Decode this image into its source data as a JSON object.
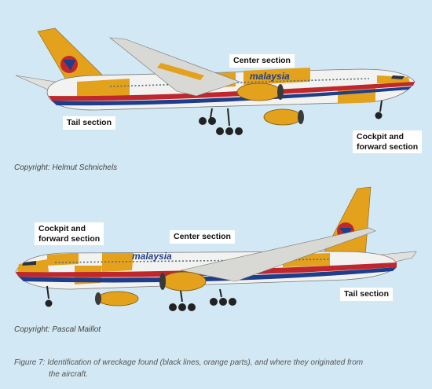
{
  "figure1": {
    "labels": {
      "center": "Center section",
      "tail": "Tail section",
      "cockpit": "Cockpit and\nforward section"
    },
    "fuselage_text": "malaysia",
    "copyright": "Copyright: Helmut Schnichels"
  },
  "figure2": {
    "labels": {
      "cockpit": "Cockpit and\nforward section",
      "center": "Center section",
      "tail": "Tail section"
    },
    "fuselage_text": "malaysia",
    "copyright": "Copyright: Pascal Maillot"
  },
  "caption": {
    "line1": "Figure 7: Identification of wreckage found (black lines, orange parts), and where they originated from",
    "line2": "the aircraft."
  },
  "colors": {
    "sky": "#d2e8f4",
    "orange": "#e3a11c",
    "livery_red": "#c0272d",
    "livery_blue": "#1d3e8a",
    "fuselage": "#f2f2f0"
  }
}
